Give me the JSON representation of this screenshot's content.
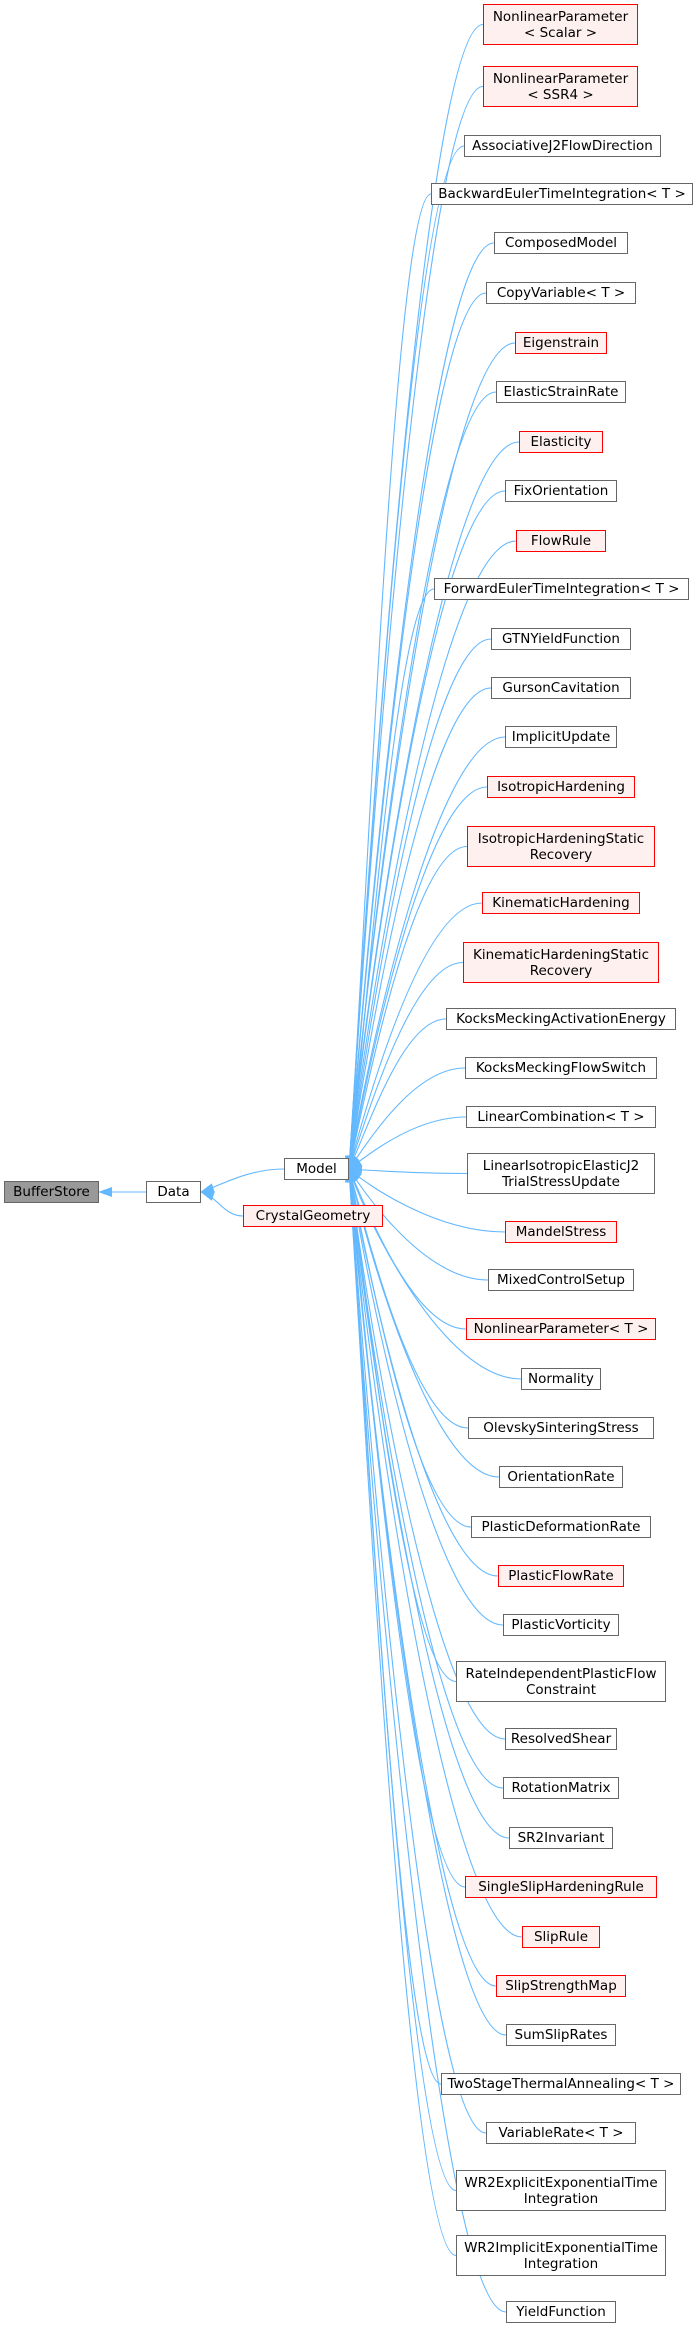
{
  "colors": {
    "edge": "#63b8ff",
    "node_border": "#666666",
    "incomplete_border": "#ff0000",
    "incomplete_fill": "#fff0f0",
    "root_fill": "#999999"
  },
  "nodes": [
    {
      "id": "BufferStore",
      "lines": [
        "BufferStore"
      ],
      "kind": "root"
    },
    {
      "id": "Data",
      "lines": [
        "Data"
      ],
      "kind": "normal"
    },
    {
      "id": "Model",
      "lines": [
        "Model"
      ],
      "kind": "normal"
    },
    {
      "id": "CrystalGeometry",
      "lines": [
        "CrystalGeometry"
      ],
      "kind": "incomplete"
    },
    {
      "id": "NonlinearParameterScalar",
      "lines": [
        "NonlinearParameter",
        "< Scalar >"
      ],
      "kind": "incomplete"
    },
    {
      "id": "NonlinearParameterSSR4",
      "lines": [
        "NonlinearParameter",
        "< SSR4 >"
      ],
      "kind": "incomplete"
    },
    {
      "id": "AssociativeJ2FlowDirection",
      "lines": [
        "AssociativeJ2FlowDirection"
      ],
      "kind": "normal"
    },
    {
      "id": "BackwardEulerTimeIntegration",
      "lines": [
        "BackwardEulerTimeIntegration< T >"
      ],
      "kind": "normal"
    },
    {
      "id": "ComposedModel",
      "lines": [
        "ComposedModel"
      ],
      "kind": "normal"
    },
    {
      "id": "CopyVariable",
      "lines": [
        "CopyVariable< T >"
      ],
      "kind": "normal"
    },
    {
      "id": "Eigenstrain",
      "lines": [
        "Eigenstrain"
      ],
      "kind": "incomplete"
    },
    {
      "id": "ElasticStrainRate",
      "lines": [
        "ElasticStrainRate"
      ],
      "kind": "normal"
    },
    {
      "id": "Elasticity",
      "lines": [
        "Elasticity"
      ],
      "kind": "incomplete"
    },
    {
      "id": "FixOrientation",
      "lines": [
        "FixOrientation"
      ],
      "kind": "normal"
    },
    {
      "id": "FlowRule",
      "lines": [
        "FlowRule"
      ],
      "kind": "incomplete"
    },
    {
      "id": "ForwardEulerTimeIntegration",
      "lines": [
        "ForwardEulerTimeIntegration< T >"
      ],
      "kind": "normal"
    },
    {
      "id": "GTNYieldFunction",
      "lines": [
        "GTNYieldFunction"
      ],
      "kind": "normal"
    },
    {
      "id": "GursonCavitation",
      "lines": [
        "GursonCavitation"
      ],
      "kind": "normal"
    },
    {
      "id": "ImplicitUpdate",
      "lines": [
        "ImplicitUpdate"
      ],
      "kind": "normal"
    },
    {
      "id": "IsotropicHardening",
      "lines": [
        "IsotropicHardening"
      ],
      "kind": "incomplete"
    },
    {
      "id": "IsotropicHardeningStaticRecovery",
      "lines": [
        "IsotropicHardeningStatic",
        "Recovery"
      ],
      "kind": "incomplete"
    },
    {
      "id": "KinematicHardening",
      "lines": [
        "KinematicHardening"
      ],
      "kind": "incomplete"
    },
    {
      "id": "KinematicHardeningStaticRecovery",
      "lines": [
        "KinematicHardeningStatic",
        "Recovery"
      ],
      "kind": "incomplete"
    },
    {
      "id": "KocksMeckingActivationEnergy",
      "lines": [
        "KocksMeckingActivationEnergy"
      ],
      "kind": "normal"
    },
    {
      "id": "KocksMeckingFlowSwitch",
      "lines": [
        "KocksMeckingFlowSwitch"
      ],
      "kind": "normal"
    },
    {
      "id": "LinearCombination",
      "lines": [
        "LinearCombination< T >"
      ],
      "kind": "normal"
    },
    {
      "id": "LinearIsotropicElasticJ2TrialStressUpdate",
      "lines": [
        "LinearIsotropicElasticJ2",
        "TrialStressUpdate"
      ],
      "kind": "normal"
    },
    {
      "id": "MandelStress",
      "lines": [
        "MandelStress"
      ],
      "kind": "incomplete"
    },
    {
      "id": "MixedControlSetup",
      "lines": [
        "MixedControlSetup"
      ],
      "kind": "normal"
    },
    {
      "id": "NonlinearParameterT",
      "lines": [
        "NonlinearParameter< T >"
      ],
      "kind": "incomplete"
    },
    {
      "id": "Normality",
      "lines": [
        "Normality"
      ],
      "kind": "normal"
    },
    {
      "id": "OlevskySinteringStress",
      "lines": [
        "OlevskySinteringStress"
      ],
      "kind": "normal"
    },
    {
      "id": "OrientationRate",
      "lines": [
        "OrientationRate"
      ],
      "kind": "normal"
    },
    {
      "id": "PlasticDeformationRate",
      "lines": [
        "PlasticDeformationRate"
      ],
      "kind": "normal"
    },
    {
      "id": "PlasticFlowRate",
      "lines": [
        "PlasticFlowRate"
      ],
      "kind": "incomplete"
    },
    {
      "id": "PlasticVorticity",
      "lines": [
        "PlasticVorticity"
      ],
      "kind": "normal"
    },
    {
      "id": "RateIndependentPlasticFlowConstraint",
      "lines": [
        "RateIndependentPlasticFlow",
        "Constraint"
      ],
      "kind": "normal"
    },
    {
      "id": "ResolvedShear",
      "lines": [
        "ResolvedShear"
      ],
      "kind": "normal"
    },
    {
      "id": "RotationMatrix",
      "lines": [
        "RotationMatrix"
      ],
      "kind": "normal"
    },
    {
      "id": "SR2Invariant",
      "lines": [
        "SR2Invariant"
      ],
      "kind": "normal"
    },
    {
      "id": "SingleSlipHardeningRule",
      "lines": [
        "SingleSlipHardeningRule"
      ],
      "kind": "incomplete"
    },
    {
      "id": "SlipRule",
      "lines": [
        "SlipRule"
      ],
      "kind": "incomplete"
    },
    {
      "id": "SlipStrengthMap",
      "lines": [
        "SlipStrengthMap"
      ],
      "kind": "incomplete"
    },
    {
      "id": "SumSlipRates",
      "lines": [
        "SumSlipRates"
      ],
      "kind": "normal"
    },
    {
      "id": "TwoStageThermalAnnealing",
      "lines": [
        "TwoStageThermalAnnealing< T >"
      ],
      "kind": "normal"
    },
    {
      "id": "VariableRate",
      "lines": [
        "VariableRate< T >"
      ],
      "kind": "normal"
    },
    {
      "id": "WR2ExplicitExponentialTimeIntegration",
      "lines": [
        "WR2ExplicitExponentialTime",
        "Integration"
      ],
      "kind": "normal"
    },
    {
      "id": "WR2ImplicitExponentialTimeIntegration",
      "lines": [
        "WR2ImplicitExponentialTime",
        "Integration"
      ],
      "kind": "normal"
    },
    {
      "id": "YieldFunction",
      "lines": [
        "YieldFunction"
      ],
      "kind": "normal"
    }
  ],
  "edges": [
    [
      "Data",
      "BufferStore"
    ],
    [
      "Model",
      "Data"
    ],
    [
      "CrystalGeometry",
      "Data"
    ],
    [
      "NonlinearParameterScalar",
      "Model"
    ],
    [
      "NonlinearParameterSSR4",
      "Model"
    ],
    [
      "AssociativeJ2FlowDirection",
      "Model"
    ],
    [
      "BackwardEulerTimeIntegration",
      "Model"
    ],
    [
      "ComposedModel",
      "Model"
    ],
    [
      "CopyVariable",
      "Model"
    ],
    [
      "Eigenstrain",
      "Model"
    ],
    [
      "ElasticStrainRate",
      "Model"
    ],
    [
      "Elasticity",
      "Model"
    ],
    [
      "FixOrientation",
      "Model"
    ],
    [
      "FlowRule",
      "Model"
    ],
    [
      "ForwardEulerTimeIntegration",
      "Model"
    ],
    [
      "GTNYieldFunction",
      "Model"
    ],
    [
      "GursonCavitation",
      "Model"
    ],
    [
      "ImplicitUpdate",
      "Model"
    ],
    [
      "IsotropicHardening",
      "Model"
    ],
    [
      "IsotropicHardeningStaticRecovery",
      "Model"
    ],
    [
      "KinematicHardening",
      "Model"
    ],
    [
      "KinematicHardeningStaticRecovery",
      "Model"
    ],
    [
      "KocksMeckingActivationEnergy",
      "Model"
    ],
    [
      "KocksMeckingFlowSwitch",
      "Model"
    ],
    [
      "LinearCombination",
      "Model"
    ],
    [
      "LinearIsotropicElasticJ2TrialStressUpdate",
      "Model"
    ],
    [
      "MandelStress",
      "Model"
    ],
    [
      "MixedControlSetup",
      "Model"
    ],
    [
      "NonlinearParameterT",
      "Model"
    ],
    [
      "Normality",
      "Model"
    ],
    [
      "OlevskySinteringStress",
      "Model"
    ],
    [
      "OrientationRate",
      "Model"
    ],
    [
      "PlasticDeformationRate",
      "Model"
    ],
    [
      "PlasticFlowRate",
      "Model"
    ],
    [
      "PlasticVorticity",
      "Model"
    ],
    [
      "RateIndependentPlasticFlowConstraint",
      "Model"
    ],
    [
      "ResolvedShear",
      "Model"
    ],
    [
      "RotationMatrix",
      "Model"
    ],
    [
      "SR2Invariant",
      "Model"
    ],
    [
      "SingleSlipHardeningRule",
      "Model"
    ],
    [
      "SlipRule",
      "Model"
    ],
    [
      "SlipStrengthMap",
      "Model"
    ],
    [
      "SumSlipRates",
      "Model"
    ],
    [
      "TwoStageThermalAnnealing",
      "Model"
    ],
    [
      "VariableRate",
      "Model"
    ],
    [
      "WR2ExplicitExponentialTimeIntegration",
      "Model"
    ],
    [
      "WR2ImplicitExponentialTimeIntegration",
      "Model"
    ],
    [
      "YieldFunction",
      "Model"
    ]
  ]
}
